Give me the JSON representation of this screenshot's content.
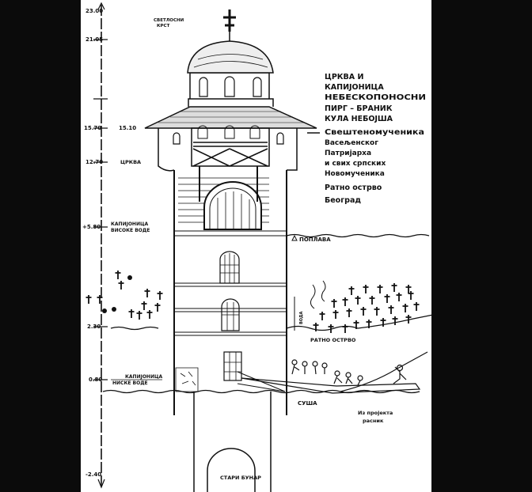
{
  "title_block": {
    "lines": [
      "ЦРКВА И",
      "КАПИЈОНИЦА",
      "НЕБЕСКОПОНОСНИ",
      "ПИРГ – БРАНИК",
      "КУЛА НЕБОЈША"
    ],
    "dedication": [
      "Свештеномученика",
      "Васељенског",
      "Патријарха",
      "и свих српских",
      "Новомученика"
    ],
    "place": [
      "Ратно острво",
      "Београд"
    ]
  },
  "scale": {
    "levels": [
      "23.00",
      "21.05",
      "15.70",
      "12.70",
      "+5.80",
      "2.30",
      "0.80",
      "-2.40"
    ]
  },
  "labels": {
    "light_cross": [
      "СВЕТЛОСНИ",
      "КРСТ"
    ],
    "roof_level": "15.10",
    "church": "ЦРКВА",
    "high_water_gauge": [
      "КАПИЈОНИЦА",
      "ВИСОКЕ ВОДЕ"
    ],
    "low_water_gauge": [
      "КАПИЈОНИЦА",
      "НИСКЕ ВОДЕ"
    ],
    "flood": "ПОПЛАВА",
    "war_island": "РАТНО ОСТРВО",
    "drought": "СУША",
    "old_well": "СТАРИ БУНАР",
    "level_marker": "ВОДА",
    "author": [
      "Из пројекта",
      "расник"
    ]
  },
  "colors": {
    "paper": "#ffffff",
    "ink": "#111111",
    "background": "#0b0b0b"
  }
}
